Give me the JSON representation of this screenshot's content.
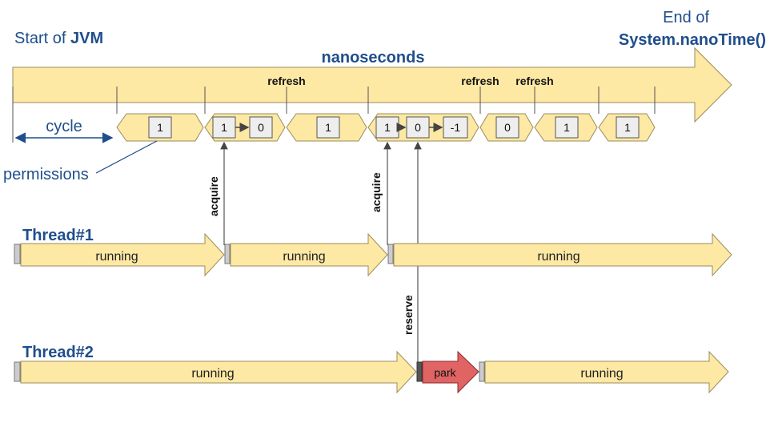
{
  "header": {
    "start_prefix": "Start of ",
    "start_bold": "JVM",
    "end_line1": "End of",
    "end_line2": "System.nanoTime()",
    "timeline_label": "nanoseconds"
  },
  "timeline": {
    "refresh_labels": [
      "refresh",
      "refresh",
      "refresh"
    ],
    "cycle_label": "cycle",
    "permissions_label": "permissions"
  },
  "cycles": [
    {
      "permits": [
        "1"
      ]
    },
    {
      "permits": [
        "1",
        "0"
      ]
    },
    {
      "permits": [
        "1"
      ]
    },
    {
      "permits": [
        "1",
        "0",
        "-1"
      ]
    },
    {
      "permits": [
        "0"
      ]
    },
    {
      "permits": [
        "1"
      ]
    },
    {
      "permits": [
        "1"
      ]
    }
  ],
  "events": {
    "acquire_1": "acquire",
    "acquire_2": "acquire",
    "reserve": "reserve"
  },
  "thread1": {
    "label": "Thread#1",
    "segments": [
      "running",
      "running",
      "running"
    ]
  },
  "thread2": {
    "label": "Thread#2",
    "segments": [
      "running",
      "park",
      "running"
    ]
  },
  "colors": {
    "bar_fill": "#fde8a4",
    "bar_stroke": "#9a8c5c",
    "park_fill": "#e06464",
    "title_blue": "#1f4e8c",
    "box_fill": "#eeeeee"
  }
}
